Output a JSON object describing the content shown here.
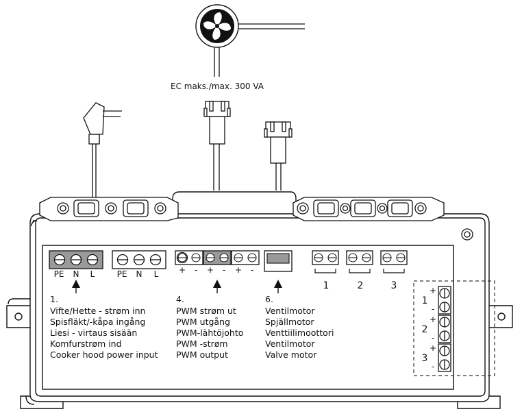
{
  "fan": {
    "label": "EC maks./max. 300 VA"
  },
  "mains_block": {
    "terminals": [
      "PE",
      "N",
      "L"
    ]
  },
  "mains_block_2": {
    "terminals": [
      "PE",
      "N",
      "L"
    ]
  },
  "pwm_block": {
    "terminals": [
      "+",
      "-",
      "+",
      "-",
      "+",
      "-"
    ]
  },
  "relays": {
    "labels": [
      "1",
      "2",
      "3"
    ]
  },
  "side_block": {
    "numbers": [
      "1",
      "2",
      "3"
    ],
    "plus": [
      "+",
      "+",
      "+"
    ],
    "minus": [
      "-",
      "-",
      "-"
    ]
  },
  "section1": {
    "title": "1.",
    "lines": [
      "Vifte/Hette - strøm inn",
      "Spisfläkt/-kåpa ingång",
      "Liesi - virtaus sisään",
      "Komfurstrøm ind",
      "Cooker hood power input"
    ]
  },
  "section4": {
    "title": "4.",
    "lines": [
      "PWM strøm ut",
      "PWM utgång",
      "PWM-lähtöjohto",
      "PWM -strøm",
      "PWM output"
    ]
  },
  "section6": {
    "title": "6.",
    "lines": [
      "Ventilmotor",
      "Spjällmotor",
      "Venttiilimoottori",
      "Ventilmotor",
      "Valve motor"
    ]
  },
  "colors": {
    "line": "#111111",
    "terminal_fill": "#9a9a9a",
    "dashed": "#333333"
  }
}
